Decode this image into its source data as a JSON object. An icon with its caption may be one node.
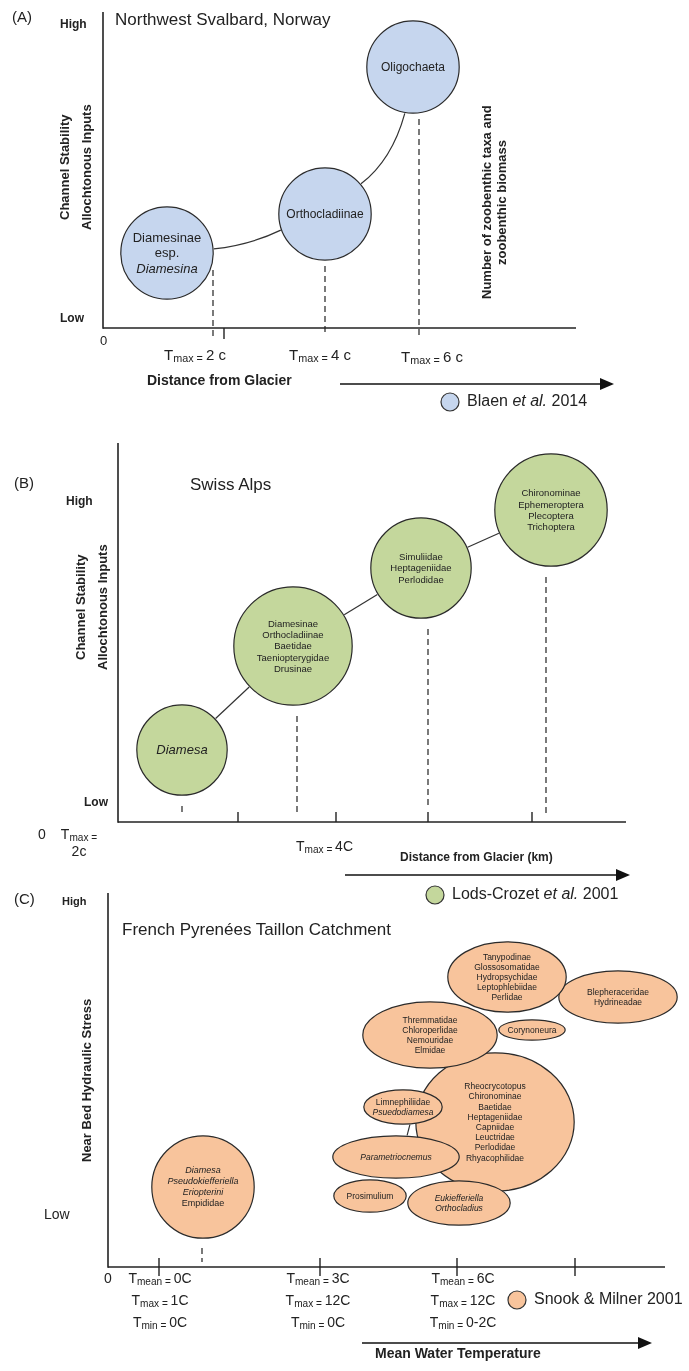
{
  "diagram": {
    "nodes": [
      {
        "text": [
          "Diamesinae esp. *Diamesina*"
        ]
      },
      {
        "text": [
          "Orthocladiinae"
        ]
      },
      {
        "text": [
          "Oligochaeta"
        ]
      },
      {
        "text": [
          "Diamesa"
        ]
      },
      {
        "text": [
          "Diamesinae",
          "Orthocladiinae",
          "Baetidae",
          "Taeniopterygidae",
          "Drusinae"
        ]
      },
      {
        "text": [
          "Simuliidae",
          "Heptageniidae",
          "Perlodidae"
        ]
      },
      {
        "text": [
          "Chironominae",
          "Ephemeroptera",
          "Plecoptera",
          "Trichoptera"
        ]
      },
      {
        "text": [
          "Diamesa",
          "Pseudokiefferiella",
          "Eriopterini",
          "Empididae"
        ]
      },
      {
        "text": [
          "Tanypodinae",
          "Glossosomatidae",
          "Hydropsychidae",
          "Leptophlebiidae",
          "Perlidae"
        ]
      },
      {
        "text": [
          "Blepheraceridae",
          "Hydrineadae"
        ]
      },
      {
        "text": [
          "Thremmatidae",
          "Chloroperlidae",
          "Nemouridae",
          "Elmidae"
        ]
      },
      {
        "text": [
          "Corynoneura"
        ]
      },
      {
        "text": [
          "Rheocrycotopus",
          "Chironominae",
          "Baetidae",
          "Heptageniidae",
          "Capniidae",
          "Leuctridae",
          "Perlodidae",
          "Rhyacophilidae"
        ]
      },
      {
        "text": [
          "Limnephiliidae",
          "Psuedodiamesa"
        ]
      },
      {
        "text": [
          "Parametriocnemus"
        ]
      },
      {
        "text": [
          "Prosimulium"
        ]
      },
      {
        "text": [
          "Eukiefferiella",
          "Orthocladius"
        ]
      }
    ],
    "edges": [
      {
        "from": 0,
        "to": 1,
        "arrow": "none"
      },
      {
        "from": 1,
        "to": 2,
        "arrow": "none"
      },
      {
        "from": 3,
        "to": 4,
        "arrow": "none"
      },
      {
        "from": 4,
        "to": 5,
        "arrow": "none"
      },
      {
        "from": 5,
        "to": 6,
        "arrow": "none"
      },
      {
        "from": 13,
        "to": 14,
        "arrow": "none"
      }
    ],
    "labels": [
      "(A)",
      "High",
      "Northwest Svalbard, Norway",
      "Channel Stability",
      "Allochtonous Inputs",
      "Number of zoobenthic taxa and zoobenthic biomass",
      "Low",
      "0",
      "T$_{max = }$2 c",
      "T$_{max = }$4 c",
      "T$_{max = }$6 c",
      "Distance from Glacier",
      "(B)",
      "Swiss Alps",
      "High",
      "Channel Stability",
      "Allochtonous Inputs",
      "Low",
      "0",
      "T$_{max = }$ 2c",
      "T$_{max = }$4C",
      "Distance from Glacier (km)",
      "(C)",
      "High",
      "French Pyrenées Taillon Catchment",
      "Near Bed Hydraulic Stress",
      "Low",
      "0",
      "T$_{mean = }$0C",
      "T$_{max = }$1C",
      "T$_{min = }$0C",
      "T$_{mean = }$3C",
      "T$_{max = }$12C",
      "T$_{min = }$0C",
      "T$_{mean = }$6C",
      "T$_{max = }$12C",
      "T$_{min = }$0-2C",
      "Mean Water Temperature"
    ],
    "legend": [
      {
        "text": "Blaen *et al.* 2014",
        "color": "#c6d6ee"
      },
      {
        "text": "Lods-Crozet *et al.* 2001",
        "color": "#c4d79c"
      },
      {
        "text": "Snook & Milner 2001",
        "color": "#f8c49c"
      }
    ]
  }
}
